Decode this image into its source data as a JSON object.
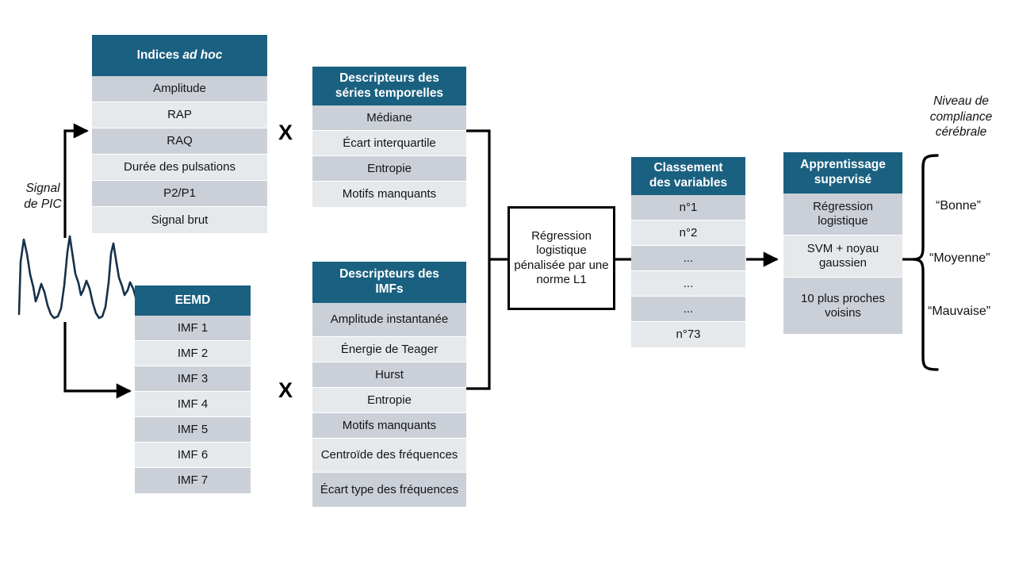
{
  "diagram": {
    "title_hidden": "",
    "colors": {
      "header_teal": "#1a6080",
      "row_dark": "#cbd0d8",
      "row_light": "#e6e9ec",
      "signal_navy": "#16314a",
      "connector_black": "#000000"
    },
    "signal_label": "Signal\nde PIC",
    "signal_label_line1": "Signal",
    "signal_label_line2": "de PIC",
    "multiply_symbol": "X"
  },
  "adhoc": {
    "header_line1": "Indices",
    "header_line2": "ad hoc",
    "header_text": "Indices ad hoc",
    "rows": [
      "Amplitude",
      "RAP",
      "RAQ",
      "Durée des pulsations",
      "P2/P1",
      "Signal brut"
    ]
  },
  "eemd": {
    "header_text": "EEMD",
    "rows": [
      "IMF 1",
      "IMF 2",
      "IMF 3",
      "IMF 4",
      "IMF 5",
      "IMF 6",
      "IMF 7"
    ]
  },
  "timeseries_descriptors": {
    "header_line1": "Descripteurs des",
    "header_line2": "séries temporelles",
    "header_text": "Descripteurs des séries temporelles",
    "rows": [
      "Médiane",
      "Écart interquartile",
      "Entropie",
      "Motifs manquants"
    ]
  },
  "imf_descriptors": {
    "header_line1": "Descripteurs des",
    "header_line2": "IMFs",
    "header_text": "Descripteurs des IMFs",
    "rows": [
      "Amplitude instantanée",
      "Énergie de Teager",
      "Hurst",
      "Entropie",
      "Motifs manquants",
      "Centroïde des fréquences",
      "Écart type des fréquences"
    ]
  },
  "selection": {
    "text": "Régression logistique pénalisée par une norme L1"
  },
  "ranking": {
    "header_line1": "Classement",
    "header_line2": "des variables",
    "header_text": "Classement des variables",
    "rows": [
      "n°1",
      "n°2",
      "...",
      "...",
      "...",
      "n°73"
    ]
  },
  "supervised": {
    "header_line1": "Apprentissage",
    "header_line2": "supervisé",
    "header_text": "Apprentissage supervisé",
    "rows": [
      "Régression logistique",
      "SVM + noyau gaussien",
      "10 plus proches voisins"
    ]
  },
  "outcome": {
    "title_line1": "Niveau de",
    "title_line2": "compliance",
    "title_line3": "cérébrale",
    "title_text": "Niveau de compliance cérébrale",
    "classes": [
      "“Bonne”",
      "“Moyenne”",
      "“Mauvaise”"
    ]
  }
}
